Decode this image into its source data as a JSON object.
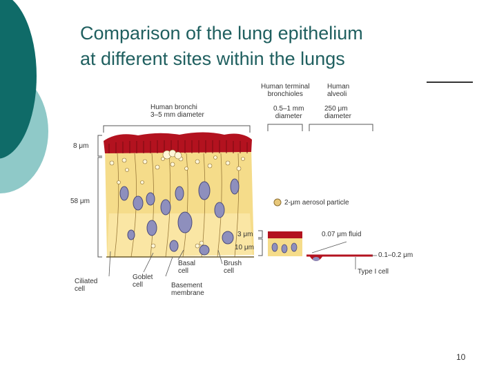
{
  "slide": {
    "title_line1": "Comparison of the lung epithelium",
    "title_line2": "at different sites within the lungs",
    "page_number": "10"
  },
  "colors": {
    "teal_dark": "#0f6b68",
    "teal_light": "#8fc9c8",
    "title_text": "#1f5f5f",
    "cilia_red": "#b3121f",
    "cell_yellow": "#f5dc8a",
    "nucleus_purple": "#8e8fbd"
  },
  "figure": {
    "bronchi_header_1": "Human bronchi",
    "bronchi_header_2": "3–5 mm diameter",
    "bronchioles_header_1": "Human terminal",
    "bronchioles_header_2": "bronchioles",
    "bronchioles_diam_1": "0.5–1 mm",
    "bronchioles_diam_2": "diameter",
    "alveoli_header_1": "Human",
    "alveoli_header_2": "alveoli",
    "alveoli_diam_1": "250 μm",
    "alveoli_diam_2": "diameter",
    "dim_8um": "8 μm",
    "dim_58um": "58 μm",
    "dim_3um": "3 μm",
    "dim_10um": "10 μm",
    "aerosol": "2-μm aerosol particle",
    "fluid": "0.07 μm fluid",
    "thickness": "0.1–0.2 μm",
    "ciliated_1": "Ciliated",
    "ciliated_2": "cell",
    "goblet_1": "Goblet",
    "goblet_2": "cell",
    "basal_1": "Basal",
    "basal_2": "cell",
    "basement_1": "Basement",
    "basement_2": "membrane",
    "brush_1": "Brush",
    "brush_2": "cell",
    "type1": "Type I cell"
  }
}
